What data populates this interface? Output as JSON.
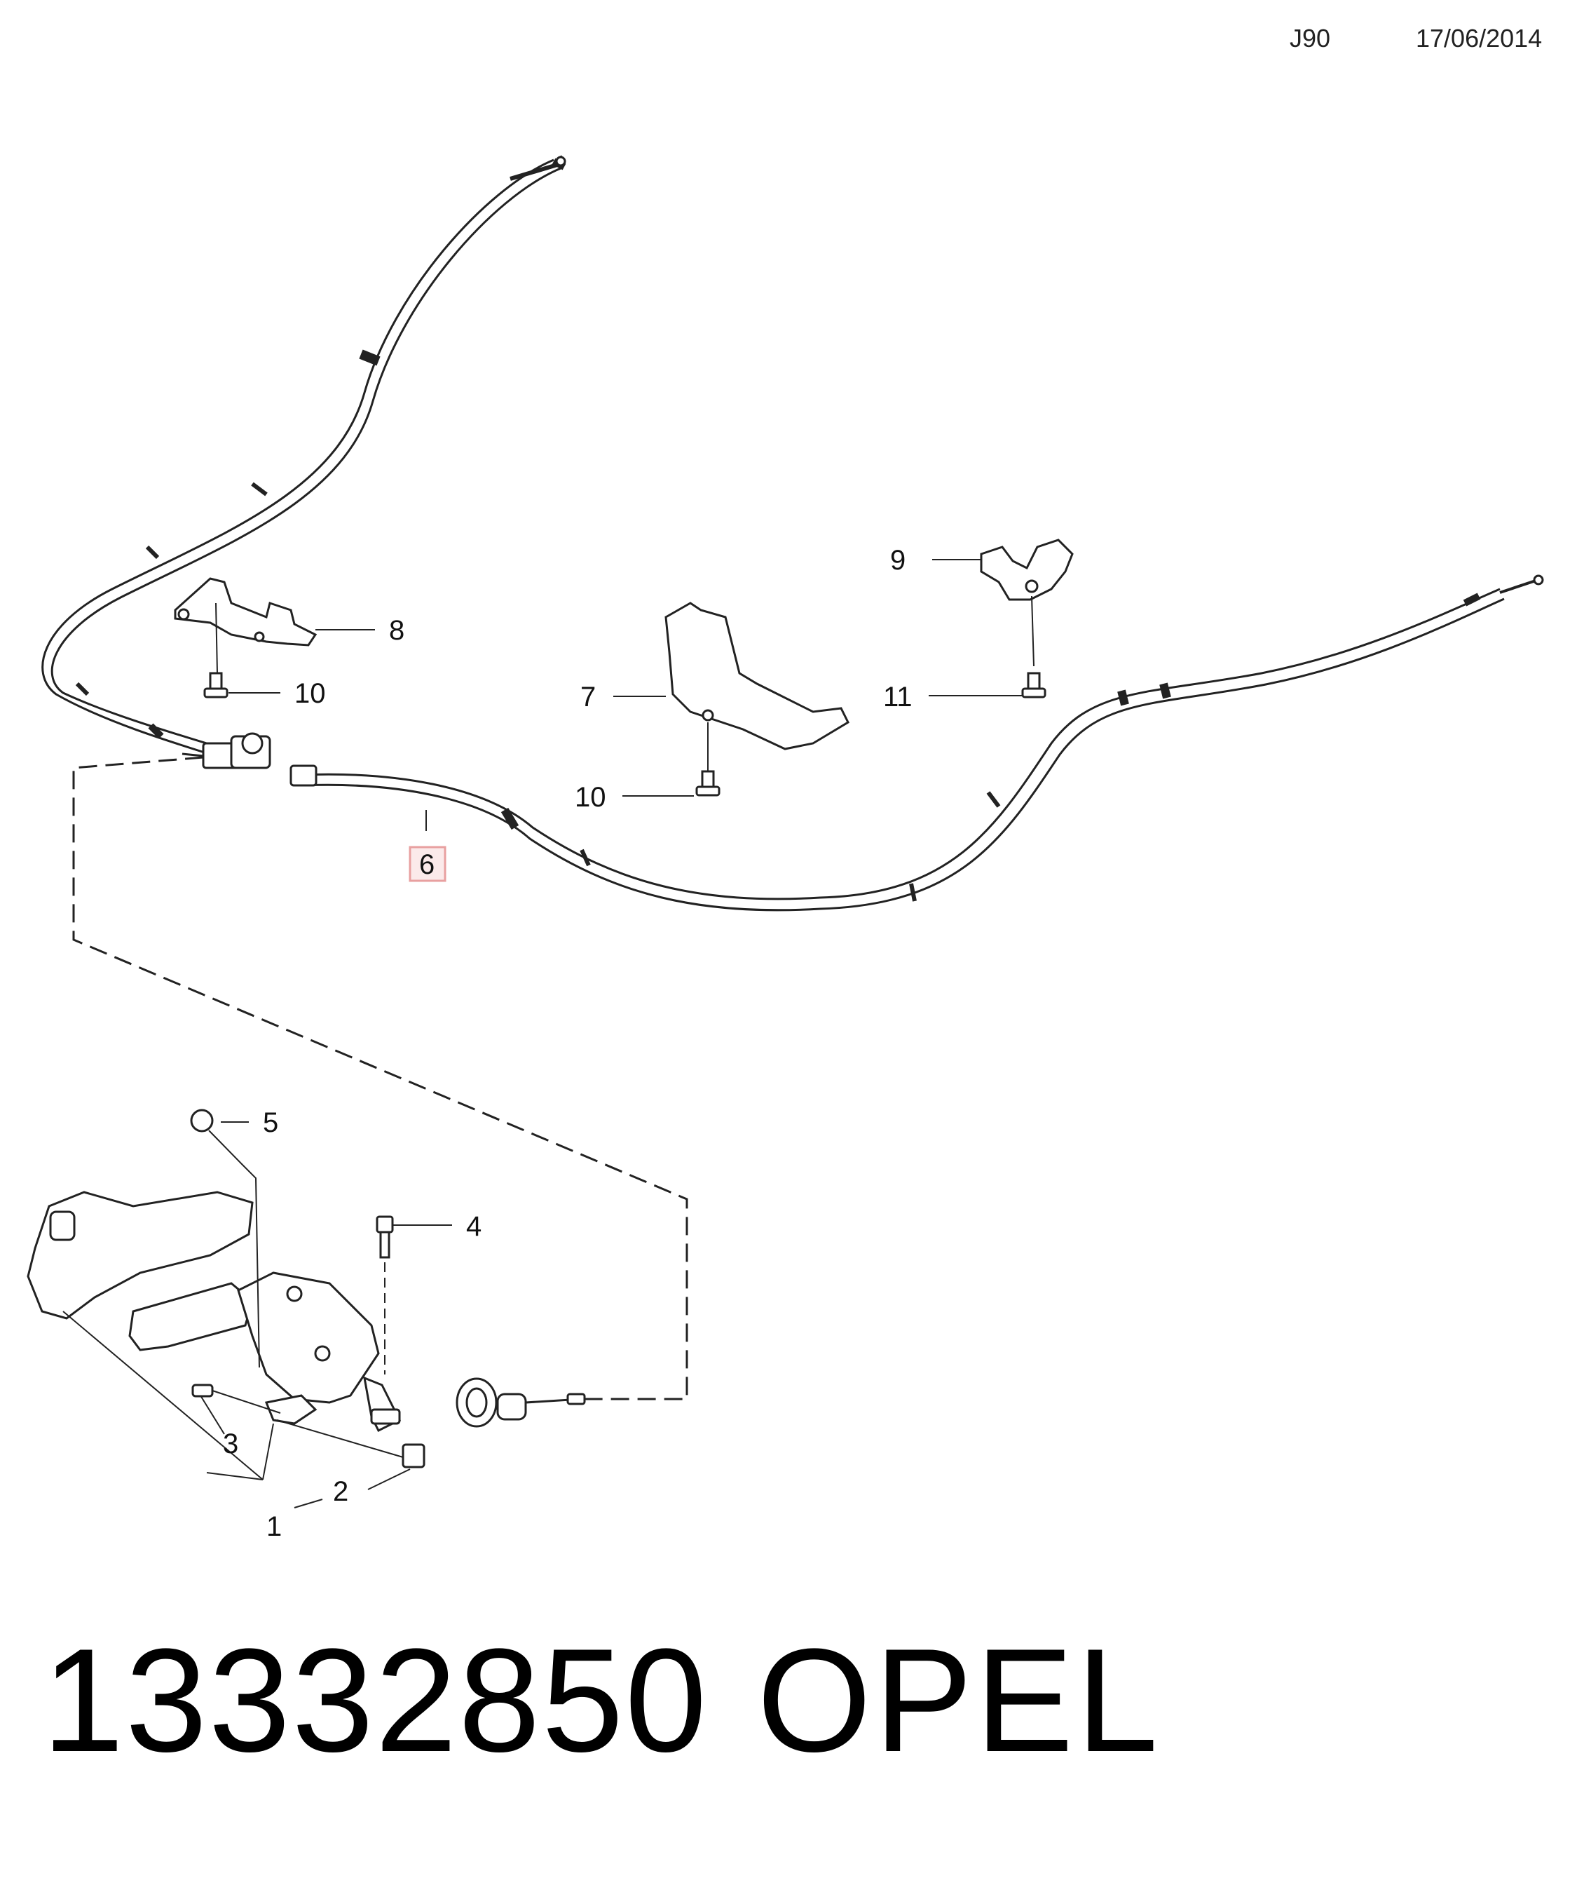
{
  "header": {
    "code": "J90",
    "date": "17/06/2014"
  },
  "callouts": {
    "c1": "1",
    "c2": "2",
    "c3": "3",
    "c4": "4",
    "c5": "5",
    "c6": "6",
    "c7": "7",
    "c8": "8",
    "c9": "9",
    "c10a": "10",
    "c10b": "10",
    "c11": "11"
  },
  "highlight_color": "#e8a0a0",
  "footer": {
    "part_number": "13332850",
    "make": "OPEL"
  }
}
